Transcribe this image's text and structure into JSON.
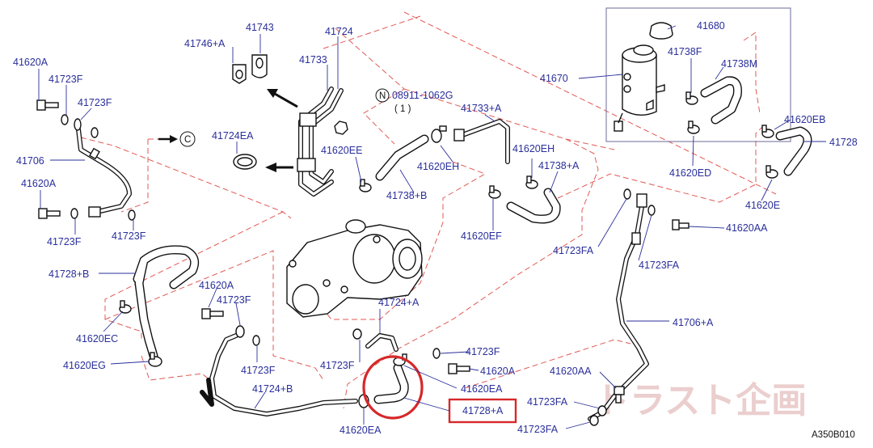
{
  "diagram_code": "A350B010",
  "watermark_text": "トラスト企画",
  "colors": {
    "label": "#2a2f9a",
    "dashed_line": "#e05a55",
    "highlight": "#d6282a",
    "watermark": "#e8c6c6"
  },
  "callouts": {
    "c_badge": "C",
    "n_badge": "N",
    "n_part_number": "08911-1062G",
    "n_quantity": "( 1 )"
  },
  "labels": [
    {
      "id": "l01",
      "text": "41620A"
    },
    {
      "id": "l02",
      "text": "41723F"
    },
    {
      "id": "l03",
      "text": "41723F"
    },
    {
      "id": "l04",
      "text": "41706"
    },
    {
      "id": "l05",
      "text": "41620A"
    },
    {
      "id": "l06",
      "text": "41723F"
    },
    {
      "id": "l07",
      "text": "41723F"
    },
    {
      "id": "l08",
      "text": "41746+A"
    },
    {
      "id": "l09",
      "text": "41743"
    },
    {
      "id": "l10",
      "text": "41724"
    },
    {
      "id": "l11",
      "text": "41733"
    },
    {
      "id": "l12",
      "text": "41724EA"
    },
    {
      "id": "l13",
      "text": "41620EE"
    },
    {
      "id": "l14",
      "text": "41733+A"
    },
    {
      "id": "l15",
      "text": "41620EH"
    },
    {
      "id": "l16",
      "text": "41620EH"
    },
    {
      "id": "l17",
      "text": "41738+B"
    },
    {
      "id": "l18",
      "text": "41738+A"
    },
    {
      "id": "l19",
      "text": "41620EF"
    },
    {
      "id": "l20",
      "text": "41680"
    },
    {
      "id": "l21",
      "text": "41670"
    },
    {
      "id": "l22",
      "text": "41738F"
    },
    {
      "id": "l23",
      "text": "41738M"
    },
    {
      "id": "l24",
      "text": "41620ED"
    },
    {
      "id": "l25",
      "text": "41620EB"
    },
    {
      "id": "l26",
      "text": "41728"
    },
    {
      "id": "l27",
      "text": "41620E"
    },
    {
      "id": "l28",
      "text": "41620AA"
    },
    {
      "id": "l29",
      "text": "41723FA"
    },
    {
      "id": "l30",
      "text": "41723FA"
    },
    {
      "id": "l31",
      "text": "41706+A"
    },
    {
      "id": "l32",
      "text": "41620AA"
    },
    {
      "id": "l33",
      "text": "41723FA"
    },
    {
      "id": "l34",
      "text": "41723FA"
    },
    {
      "id": "l35",
      "text": "41728+B"
    },
    {
      "id": "l36",
      "text": "41620EC"
    },
    {
      "id": "l37",
      "text": "41620EG"
    },
    {
      "id": "l38",
      "text": "41620A"
    },
    {
      "id": "l39",
      "text": "41723F"
    },
    {
      "id": "l40",
      "text": "41723F"
    },
    {
      "id": "l41",
      "text": "41724+B"
    },
    {
      "id": "l42",
      "text": "41620EA"
    },
    {
      "id": "l43",
      "text": "41724+A"
    },
    {
      "id": "l44",
      "text": "41723F"
    },
    {
      "id": "l45",
      "text": "41723F"
    },
    {
      "id": "l46",
      "text": "41620A"
    },
    {
      "id": "l47",
      "text": "41620EA"
    },
    {
      "id": "l48",
      "text": "41728+A"
    }
  ],
  "highlighted_part": "41728+A"
}
